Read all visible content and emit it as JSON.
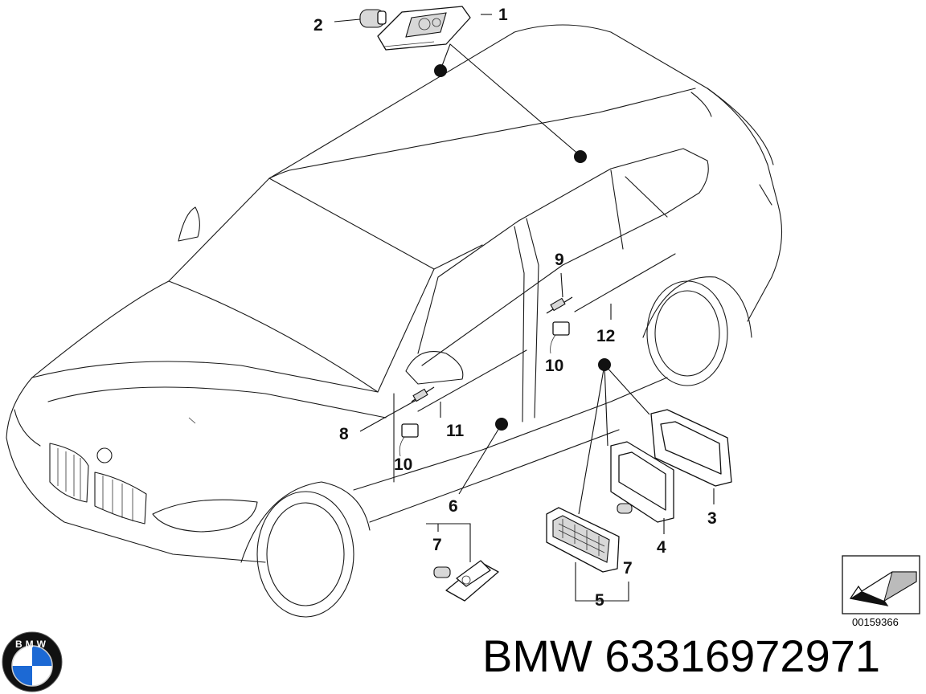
{
  "callouts": [
    {
      "id": "1",
      "label": "1"
    },
    {
      "id": "2",
      "label": "2"
    },
    {
      "id": "3",
      "label": "3"
    },
    {
      "id": "4",
      "label": "4"
    },
    {
      "id": "5",
      "label": "5"
    },
    {
      "id": "6",
      "label": "6"
    },
    {
      "id": "7a",
      "label": "7"
    },
    {
      "id": "7b",
      "label": "7"
    },
    {
      "id": "8",
      "label": "8"
    },
    {
      "id": "9",
      "label": "9"
    },
    {
      "id": "10a",
      "label": "10"
    },
    {
      "id": "10b",
      "label": "10"
    },
    {
      "id": "11",
      "label": "11"
    },
    {
      "id": "12",
      "label": "12"
    }
  ],
  "drawing_code": "00159366",
  "caption": {
    "brand": "BMW",
    "part_number": "63316972971",
    "logo_letters": "BMW"
  },
  "colors": {
    "logo_blue": "#1c69d4",
    "logo_ring": "#111111"
  }
}
